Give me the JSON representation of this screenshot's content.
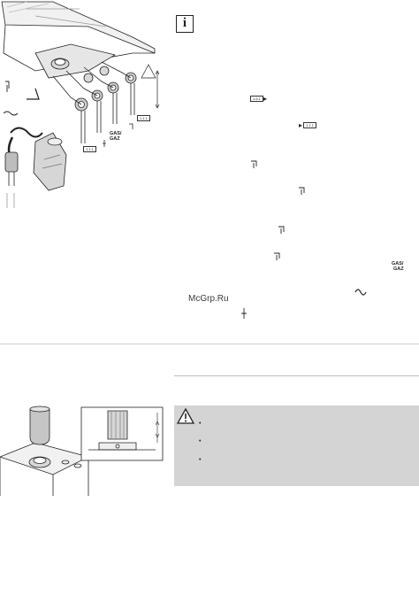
{
  "info_box": {
    "glyph": "i",
    "icon": "info-icon"
  },
  "figure_top": {
    "labels": {
      "gas": "GAS/",
      "gaz": "GAZ",
      "ref_a": "1.1.1",
      "ref_b": "1.1.1"
    }
  },
  "text_column": {
    "ref_1": "1.6.1",
    "ref_2": "1.1.1",
    "gas_label": "GAS/",
    "gaz_label": "GAZ"
  },
  "watermark": "McGrp.Ru",
  "warning": {
    "icon": "warning-triangle-icon",
    "bullets": [
      "•",
      "•",
      "•"
    ]
  },
  "colors": {
    "panel": "#d4d4d4",
    "rule": "#cfcfcf"
  }
}
